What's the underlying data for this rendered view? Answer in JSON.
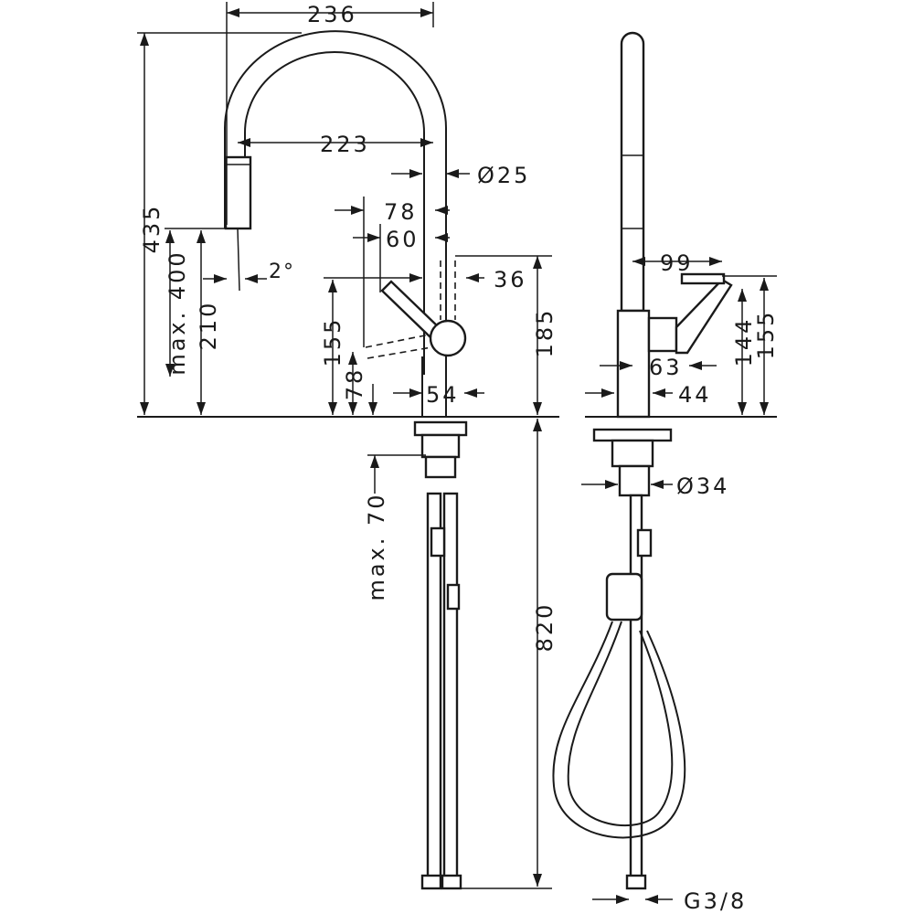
{
  "dimensions": {
    "w236": "236",
    "w223": "223",
    "d25": "Ø25",
    "w78": "78",
    "w60": "60",
    "a2": "2°",
    "w36": "36",
    "h435": "435",
    "hmax400": "max. 400",
    "h210": "210",
    "h155": "155",
    "h78": "78",
    "h185": "185",
    "w54": "54",
    "hmax70": "max. 70",
    "h820": "820",
    "w99": "99",
    "w63": "63",
    "w44": "44",
    "h144": "144",
    "h155r": "155",
    "d34": "Ø34",
    "g38": "G3/8"
  }
}
